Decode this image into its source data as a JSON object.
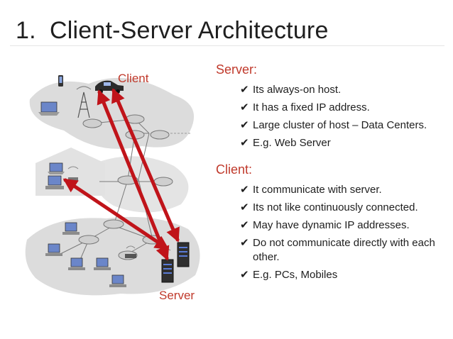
{
  "slide": {
    "number": "1.",
    "title": "Client-Server Architecture"
  },
  "diagram": {
    "client_label": "Client",
    "server_label": "Server",
    "arrow_color": "#c0141a",
    "label_color": "#c0392b",
    "icons": [
      "laptop-icon",
      "phone-icon",
      "car-icon",
      "cell-tower-icon",
      "router-icon",
      "house-icon",
      "desktop-pc-icon",
      "server-icon",
      "wireless-access-point-icon"
    ]
  },
  "server_section": {
    "heading": "Server:",
    "bullets": [
      "Its always-on host.",
      "It has a fixed IP address.",
      "Large cluster of host – Data Centers.",
      "E.g. Web Server"
    ]
  },
  "client_section": {
    "heading": "Client:",
    "bullets": [
      "It communicate with server.",
      "Its not like continuously connected.",
      "May have dynamic IP addresses.",
      "Do not communicate directly with each other.",
      "E.g. PCs, Mobiles"
    ]
  },
  "check_glyph": "✔"
}
